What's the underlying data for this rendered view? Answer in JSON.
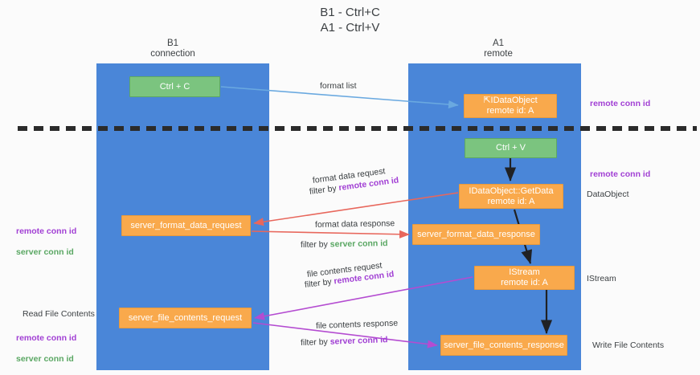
{
  "title": "B1 - Ctrl+C\nA1 - Ctrl+V",
  "columns": {
    "left": {
      "name": "B1",
      "role": "connection",
      "label": "B1\nconnection"
    },
    "right": {
      "name": "A1",
      "role": "remote",
      "label": "A1\nremote"
    }
  },
  "colors": {
    "lane": "#4a86d8",
    "green_node": "#7bc47f",
    "orange_node": "#f9a94c",
    "remote_conn_id": "#a13fd4",
    "server_conn_id": "#5aa763",
    "arrow_blue": "#6aa9e0",
    "arrow_red": "#e8675c",
    "arrow_purple": "#b44cd1",
    "arrow_dark": "#202124",
    "divider": "#2b2b2b",
    "text": "#3c4043",
    "background": "#fbfbfb"
  },
  "nodes": {
    "ctrl_c": "Ctrl + C",
    "idataobject": "⇱IDataObject\nremote id: A",
    "ctrl_v": "Ctrl + V",
    "getdata": "IDataObject::GetData\nremote id: A",
    "format_data_request": "server_format_data_request",
    "format_data_response": "server_format_data_response",
    "istream": "IStream\nremote id: A",
    "file_contents_request": "server_file_contents_request",
    "file_contents_response": "server_file_contents_response"
  },
  "edge_labels": {
    "format_list": "format list",
    "format_data_request": "format data request",
    "format_data_request_filter_prefix": "filter by ",
    "format_data_request_filter_key": "remote conn id",
    "format_data_response": "format data response",
    "format_data_response_filter_prefix": "filter by ",
    "format_data_response_filter_key": "server conn id",
    "file_contents_request": "file contents request",
    "file_contents_request_filter_prefix": "filter by ",
    "file_contents_request_filter_key": "remote conn id",
    "file_contents_response": "file contents response",
    "file_contents_response_filter_prefix": "filter by ",
    "file_contents_response_filter_key": "server conn id"
  },
  "annotations": {
    "right_remote_conn_id_top": "remote conn id",
    "right_remote_conn_id_mid": "remote conn id",
    "right_dataobject": "DataObject",
    "right_istream": "IStream",
    "right_write_file_contents": "Write File Contents",
    "left_remote_conn_id": "remote conn id",
    "left_server_conn_id": "server conn id",
    "left_read_file_contents": "Read File Contents",
    "left_remote_conn_id_2": "remote conn id",
    "left_server_conn_id_2": "server conn id"
  }
}
